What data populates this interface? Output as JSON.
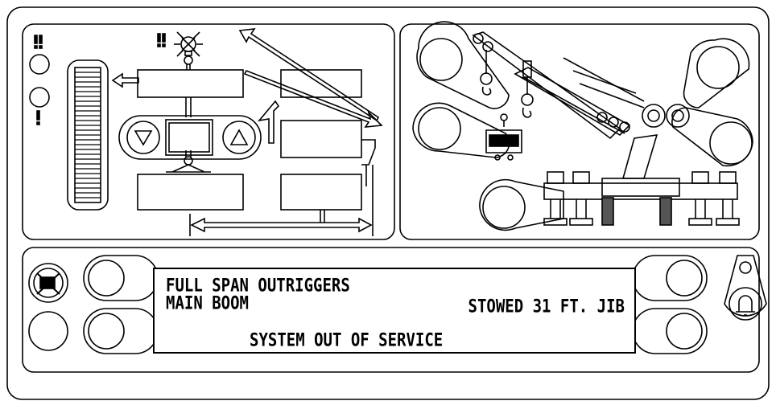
{
  "display": {
    "line1": "FULL SPAN OUTRIGGERS",
    "line2": "MAIN BOOM",
    "line2_right": "STOWED 31 FT. JIB",
    "line3": "SYSTEM OUT OF SERVICE"
  },
  "indicators": {
    "left_top_icon": "double-exclamation-icon",
    "left_bottom_icon": "single-exclamation-icon"
  },
  "colors": {
    "line": "#000000",
    "background": "#ffffff"
  }
}
